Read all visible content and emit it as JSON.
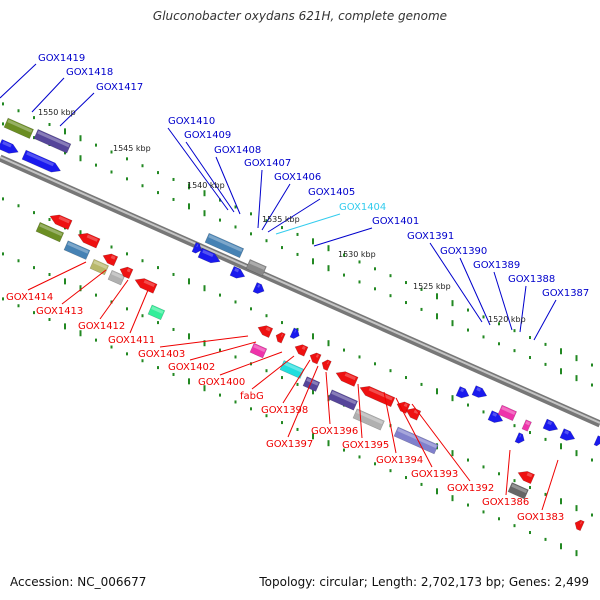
{
  "title": "Gluconobacter oxydans 621H, complete genome",
  "accession": "Accession: NC_006677",
  "summary": "Topology: circular; Length: 2,702,173 bp; Genes: 2,499",
  "colors": {
    "forward_label": "#0000cc",
    "reverse_label": "#ee0000",
    "highlight_label": "#33ccee",
    "backbone": "#888888",
    "tick": "#228822"
  },
  "kbp_ticks": [
    "1550 kbp",
    "1545 kbp",
    "1540 kbp",
    "1535 kbp",
    "1530 kbp",
    "1525 kbp",
    "1520 kbp"
  ],
  "forward_labels": [
    "GOX1419",
    "GOX1418",
    "GOX1417",
    "GOX1410",
    "GOX1409",
    "GOX1408",
    "GOX1407",
    "GOX1406",
    "GOX1405",
    "GOX1404",
    "GOX1401",
    "GOX1391",
    "GOX1390",
    "GOX1389",
    "GOX1388",
    "GOX1387"
  ],
  "reverse_labels": [
    "GOX1414",
    "GOX1413",
    "GOX1412",
    "GOX1411",
    "GOX1403",
    "GOX1402",
    "GOX1400",
    "fabG",
    "GOX1398",
    "GOX1397",
    "GOX1396",
    "GOX1395",
    "GOX1394",
    "GOX1393",
    "GOX1392",
    "GOX1386",
    "GOX1383"
  ]
}
